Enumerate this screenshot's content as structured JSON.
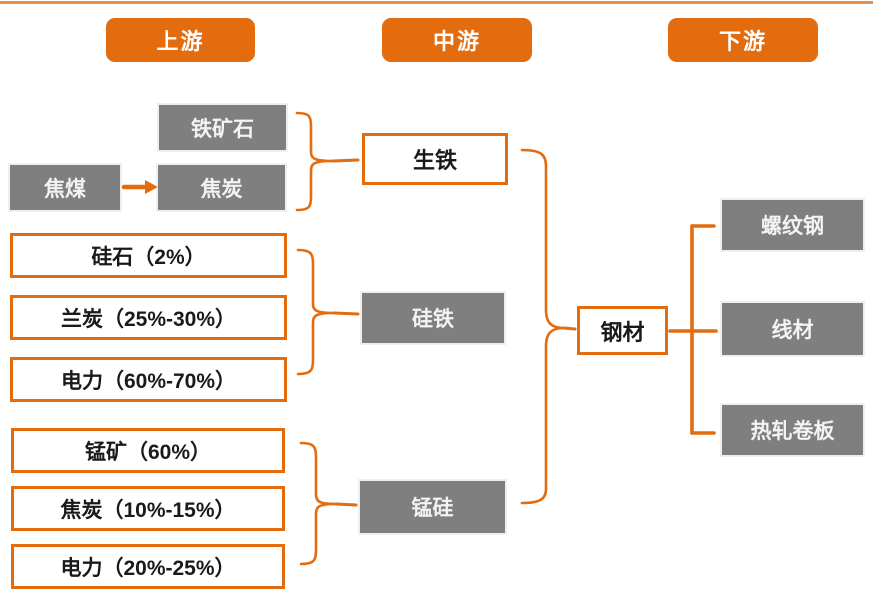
{
  "colors": {
    "accent": "#E36C0F",
    "gray": "#7F7F7F",
    "rule": "#EC8F42",
    "box_text_light": "#F3F3F3",
    "box_text_dark": "#1A1A1A"
  },
  "headers": {
    "upstream": "上游",
    "midstream": "中游",
    "downstream": "下游"
  },
  "nodes": {
    "iron_ore": "铁矿石",
    "coking_coal": "焦煤",
    "coke": "焦炭",
    "pig_iron": "生铁",
    "silica": "硅石（2%）",
    "semi_coke": "兰炭（25%-30%）",
    "power_fesi": "电力（60%-70%）",
    "ferrosilicon": "硅铁",
    "mn_ore": "锰矿（60%）",
    "coke_simn": "焦炭（10%-15%）",
    "power_simn": "电力（20%-25%）",
    "silicomanganese": "锰硅",
    "steel": "钢材",
    "rebar": "螺纹钢",
    "wire_rod": "线材",
    "hot_rolled_coil": "热轧卷板"
  }
}
